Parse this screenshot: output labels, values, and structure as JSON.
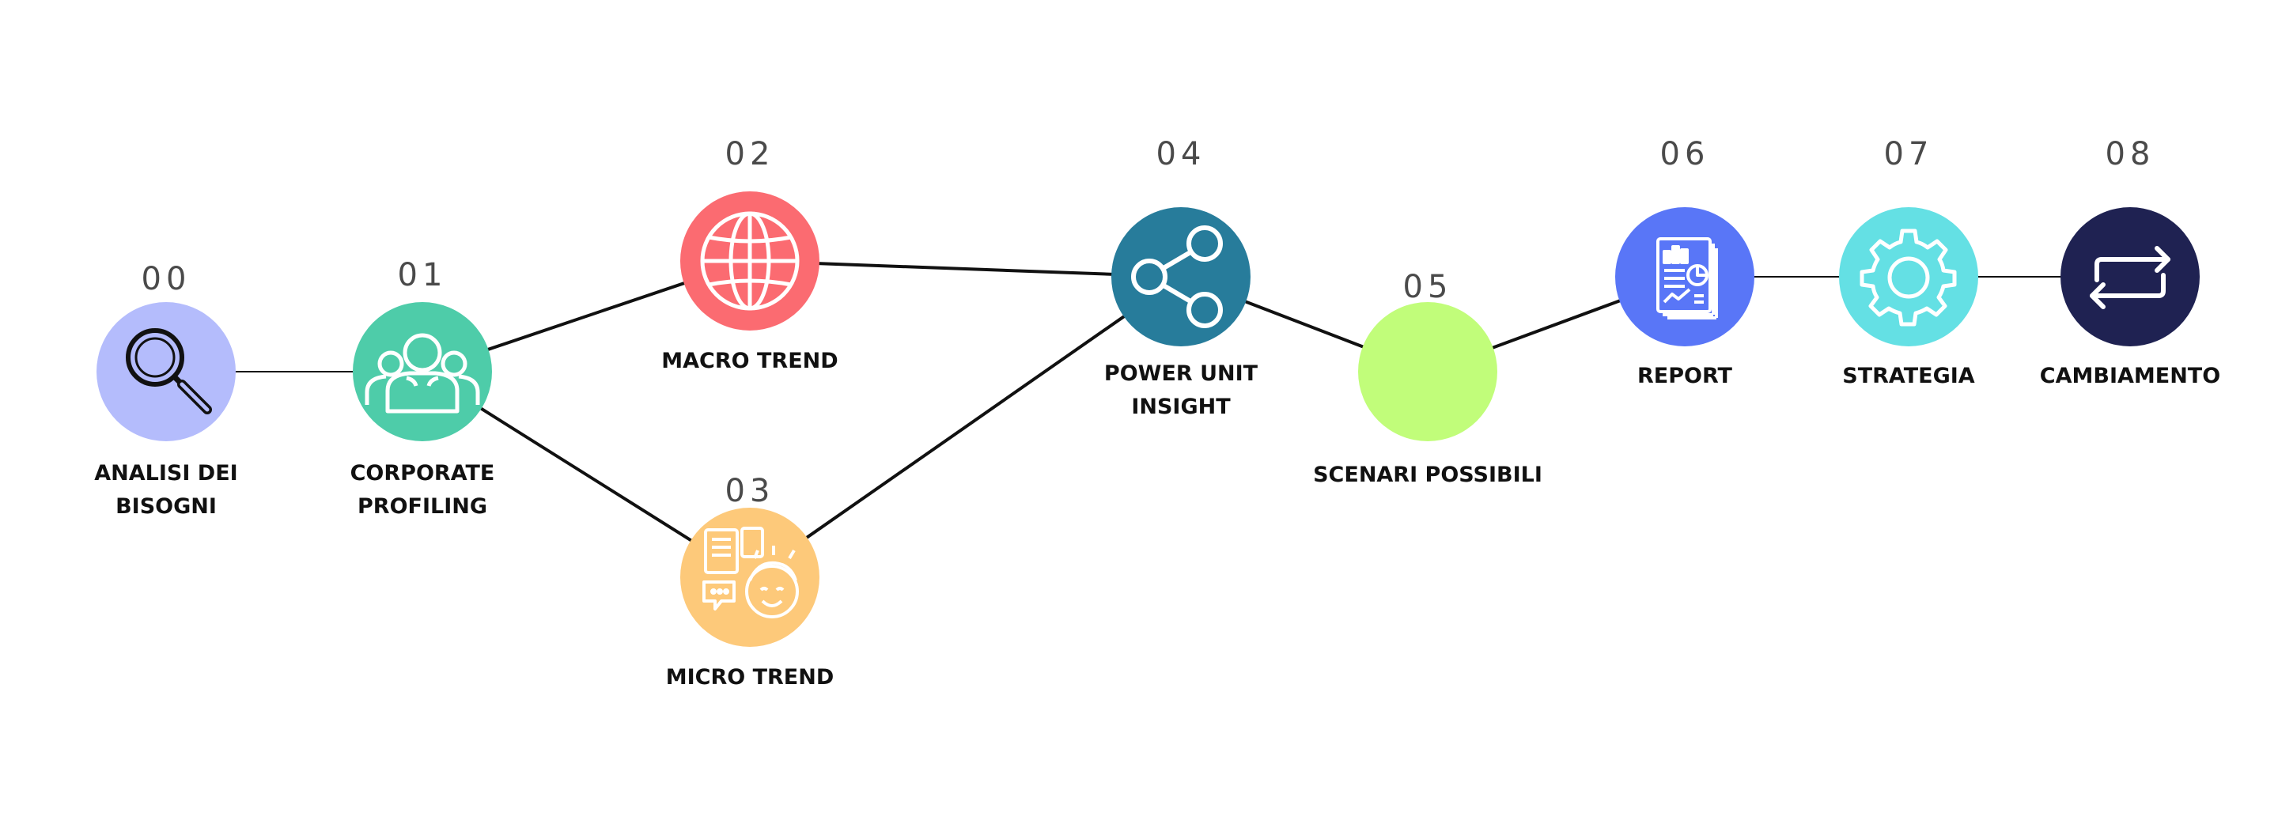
{
  "nodes": [
    {
      "id": "n00",
      "number": "00",
      "label": [
        "ANALISI DEI",
        "BISOGNI"
      ],
      "color": "#b4bcfc",
      "icon": "magnifier-icon"
    },
    {
      "id": "n01",
      "number": "01",
      "label": [
        "CORPORATE",
        "PROFILING"
      ],
      "color": "#4ecca9",
      "icon": "people-group-icon"
    },
    {
      "id": "n02",
      "number": "02",
      "label": [
        "MACRO TREND"
      ],
      "color": "#fb6b71",
      "icon": "globe-icon"
    },
    {
      "id": "n03",
      "number": "03",
      "label": [
        "MICRO TREND"
      ],
      "color": "#fdc97a",
      "icon": "mind-ideas-icon"
    },
    {
      "id": "n04",
      "number": "04",
      "label": [
        "POWER UNIT",
        "INSIGHT"
      ],
      "color": "#277c9b",
      "icon": "share-icon"
    },
    {
      "id": "n05",
      "number": "05",
      "label": [
        "SCENARI POSSIBILI"
      ],
      "color": "#c1fd7a",
      "icon": "robot-icon"
    },
    {
      "id": "n06",
      "number": "06",
      "label": [
        "REPORT"
      ],
      "color": "#5976f7",
      "icon": "report-icon"
    },
    {
      "id": "n07",
      "number": "07",
      "label": [
        "STRATEGIA"
      ],
      "color": "#64e0e4",
      "icon": "gear-icon"
    },
    {
      "id": "n08",
      "number": "08",
      "label": [
        "CAMBIAMENTO"
      ],
      "color": "#1f2252",
      "icon": "swap-arrows-icon"
    }
  ],
  "edges": [
    [
      "n00",
      "n01"
    ],
    [
      "n01",
      "n02"
    ],
    [
      "n01",
      "n03"
    ],
    [
      "n02",
      "n04"
    ],
    [
      "n03",
      "n04"
    ],
    [
      "n04",
      "n05"
    ],
    [
      "n05",
      "n06"
    ],
    [
      "n06",
      "n07"
    ],
    [
      "n07",
      "n08"
    ]
  ]
}
